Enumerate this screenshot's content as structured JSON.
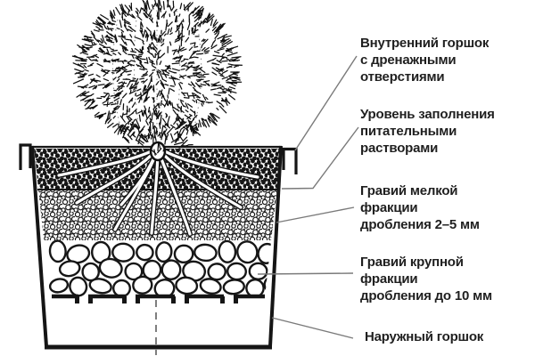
{
  "diagram": {
    "title_hint": "hydroponic cactus double-pot cross-section",
    "labels": [
      {
        "id": "inner-pot",
        "text": "Внутренний горшок\nс дренажными\nотверстиями"
      },
      {
        "id": "fill-level",
        "text": "Уровень заполнения\nпитательными\nрастворами"
      },
      {
        "id": "fine-gravel",
        "text": "Гравий мелкой\nфракции\nдробления 2–5 мм"
      },
      {
        "id": "coarse-gravel",
        "text": "Гравий крупной\nфракции\nдробления до 10 мм"
      },
      {
        "id": "outer-pot",
        "text": "Наружный горшок"
      }
    ],
    "colors": {
      "ink": "#151515",
      "label_text": "#1f1f1f",
      "leader_line": "#7a7a7a",
      "background": "#ffffff"
    }
  }
}
